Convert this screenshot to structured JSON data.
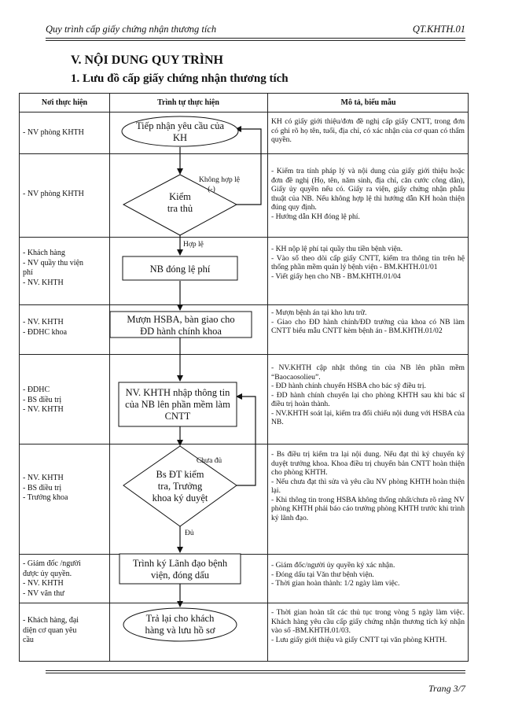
{
  "header": {
    "title": "Quy trình cấp giấy chứng nhận thương tích",
    "code": "QT.KHTH.01"
  },
  "section_title": "V. NỘI DUNG QUY TRÌNH",
  "subsection_title": "1. Lưu đồ cấp giấy chứng nhận thương tích",
  "table": {
    "headers": [
      "Nơi thực hiện",
      "Trình tự thực hiện",
      "Mô tả, biểu mẫu"
    ],
    "rows": [
      {
        "roles": [
          "- NV phòng KHTH"
        ],
        "step": [
          "Tiếp nhận yêu cầu của",
          "KH"
        ],
        "desc": [
          "KH có giấy giới thiệu/đơn đề nghị cấp giấy CNTT, trong đơn có ghi rõ họ tên, tuổi, địa chỉ, có xác nhận của cơ quan có thẩm quyền."
        ]
      },
      {
        "roles": [
          "- NV phòng KHTH"
        ],
        "step": [
          "Kiểm",
          "tra thủ"
        ],
        "desc": [
          "- Kiểm tra tính pháp lý và nội dung của giấy giới thiệu hoặc đơn đề nghị (Họ, tên, năm sinh, địa chỉ, căn cước công dân), Giấy ủy quyền nếu có. Giấy ra viện, giấy chứng nhận phẫu thuật của NB. Nếu không hợp lệ thì hướng dẫn KH hoàn thiện đúng quy định.",
          "-  Hướng dẫn KH đóng lệ phí."
        ]
      },
      {
        "roles": [
          "- Khách hàng",
          "- NV quầy thu viện",
          "phí",
          "- NV. KHTH"
        ],
        "step": [
          "NB đóng lệ phí"
        ],
        "desc": [
          "- KH nộp lệ phí tại quầy thu tiền bệnh viện.",
          "- Vào sổ theo dõi cấp giấy CNTT, kiểm tra thông tin trên hệ thống phần mềm quản lý bệnh viện - BM.KHTH.01/01",
          "- Viết giấy hẹn cho NB - BM.KHTH.01/04"
        ]
      },
      {
        "roles": [
          "- NV. KHTH",
          "- ĐDHC khoa"
        ],
        "step": [
          "Mượn HSBA, bàn giao cho",
          "ĐD hành chính khoa"
        ],
        "desc": [
          "- Mượn bệnh án tại kho lưu trữ.",
          "- Giao cho ĐD hành chính/ĐD trưởng của khoa có NB làm CNTT biểu mẫu CNTT kèm bệnh án - BM.KHTH.01/02"
        ]
      },
      {
        "roles": [
          "- ĐDHC",
          "- BS điều trị",
          "- NV. KHTH"
        ],
        "step": [
          "NV. KHTH nhập thông tin",
          "của NB lên phần mềm làm",
          "CNTT"
        ],
        "desc": [
          "- NV.KHTH cập nhật thông tin của NB lên phần mềm “Baocaosolieu”.",
          "- ĐD hành chính chuyển HSBA cho bác sỹ điều trị.",
          "- ĐD hành chính chuyển lại cho phòng KHTH sau khi bác sĩ điều trị hoàn thành.",
          "- NV.KHTH soát lại, kiểm tra đối chiếu nội dung với HSBA của NB."
        ]
      },
      {
        "roles": [
          "- NV. KHTH",
          "- BS điều trị",
          "- Trưởng khoa"
        ],
        "step": [
          "Bs ĐT kiểm",
          "tra, Trưởng",
          "khoa ký duyệt"
        ],
        "desc": [
          "- Bs điều trị kiểm tra lại nội dung. Nếu đạt thì ký chuyển ký duyệt trưởng khoa. Khoa điều trị chuyển bản CNTT hoàn thiện cho phòng KHTH.",
          "- Nếu chưa đạt thì sửa và yêu cầu NV phòng KHTH hoàn thiện lại.",
          "- Khi thông tin trong HSBA không thống nhất/chưa rõ ràng NV phòng KHTH phải báo cáo trưởng phòng KHTH trước khi trình ký lãnh đạo."
        ]
      },
      {
        "roles": [
          "- Giám đốc /người",
          "được ủy quyền.",
          "- NV. KHTH",
          "- NV văn thư"
        ],
        "step": [
          "Trình ký Lãnh đạo bệnh",
          "viện, đóng dấu"
        ],
        "desc": [
          "- Giám đốc/người ủy quyền ký xác nhận.",
          "- Đóng dấu tại Văn thư bệnh viện.",
          "- Thời gian hoàn thành: 1/2 ngày làm việc."
        ]
      },
      {
        "roles": [
          "- Khách hàng, đại",
          "diện cơ quan yêu",
          "cầu"
        ],
        "step": [
          "Trả lại cho khách",
          "hàng và lưu hồ sơ"
        ],
        "desc": [
          "-  Thời gian hoàn tất các thủ tục trong vòng 5 ngày làm việc. Khách hàng yêu cầu cấp giấy chứng nhận thương tích ký nhận vào sổ -BM.KHTH.01/03.",
          "- Lưu giấy giới thiệu và giấy CNTT tại văn phòng KHTH."
        ]
      }
    ]
  },
  "flow_labels": {
    "invalid_line1": "Không hợp lệ",
    "invalid_line2": "(-)",
    "valid": "Hợp lệ",
    "not_passed": "Chưa đủ",
    "passed": "Đủ"
  },
  "footer": {
    "page": "Trang 3/7"
  }
}
